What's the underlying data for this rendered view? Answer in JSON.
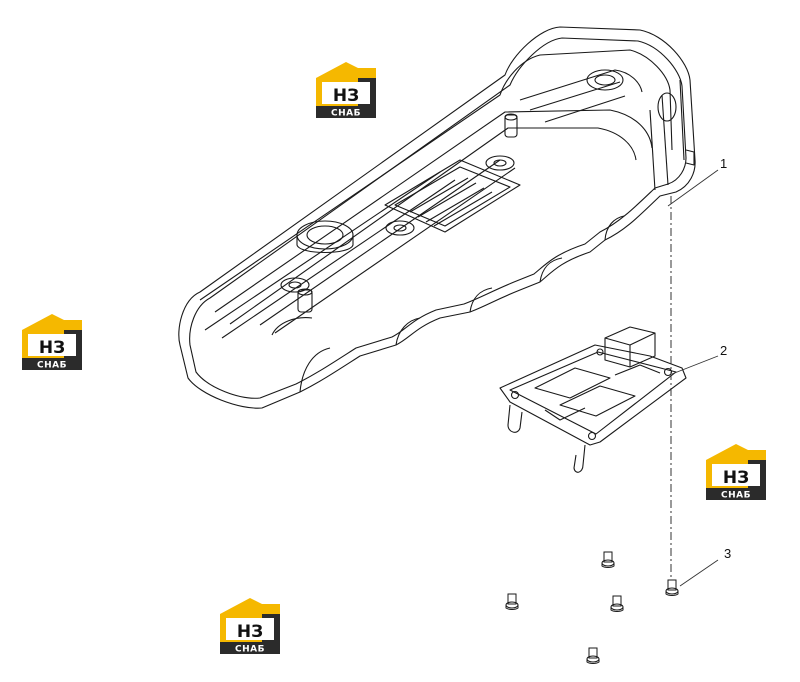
{
  "callouts": [
    {
      "id": "1",
      "label": "1"
    },
    {
      "id": "2",
      "label": "2"
    },
    {
      "id": "3",
      "label": "3"
    }
  ],
  "watermark": {
    "top": "НЗ",
    "bottom": "СНАБ",
    "colors": {
      "yellow": "#f5b800",
      "dark": "#2b2b2b"
    }
  },
  "colors": {
    "line": "#1a1a1a",
    "leader": "#333333"
  }
}
